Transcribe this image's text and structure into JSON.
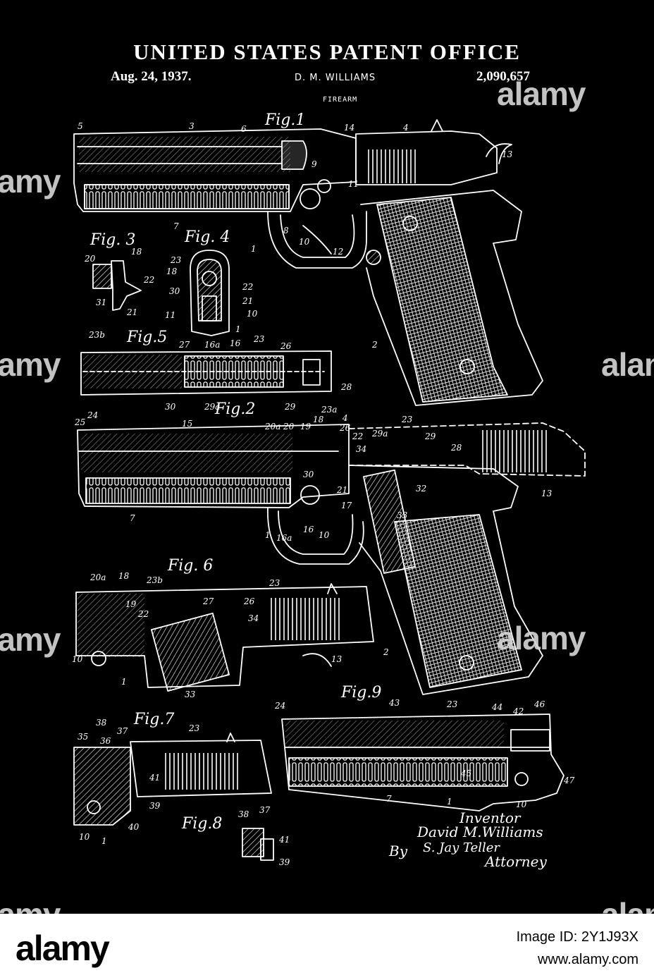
{
  "header": {
    "title": "UNITED STATES PATENT OFFICE",
    "date": "Aug. 24, 1937.",
    "inventor_name": "D. M. WILLIAMS",
    "patent_number": "2,090,657",
    "subject": "FIREARM"
  },
  "figures": {
    "fig1": "Fig.1",
    "fig2": "Fig.2",
    "fig3": "Fig. 3",
    "fig4": "Fig. 4",
    "fig5": "Fig.5",
    "fig6": "Fig. 6",
    "fig7": "Fig.7",
    "fig8": "Fig.8",
    "fig9": "Fig.9"
  },
  "signature": {
    "inventor_caption": "Inventor",
    "inventor_signature": "David M.Williams",
    "by": "By",
    "attorney_signature": "S. Jay Teller",
    "attorney_caption": "Attorney"
  },
  "watermark": {
    "brand": "alamy"
  },
  "footer": {
    "logo": "alamy",
    "image_id": "Image ID: 2Y1J93X",
    "url": "www.alamy.com"
  },
  "colors": {
    "background": "#000000",
    "ink": "#ffffff",
    "footer": "#ffffff"
  },
  "reference_numerals": {
    "fig1": [
      "5",
      "3",
      "6",
      "14",
      "4",
      "9",
      "11",
      "13",
      "7",
      "1",
      "8",
      "10",
      "12",
      "2"
    ],
    "fig2": [
      "24",
      "25",
      "15",
      "20a",
      "20",
      "19",
      "18",
      "23a",
      "4",
      "26",
      "22",
      "29a",
      "23",
      "29",
      "28",
      "34",
      "30",
      "17",
      "16",
      "16a",
      "10",
      "1",
      "7",
      "32",
      "33",
      "13",
      "2",
      "21"
    ],
    "fig3": [
      "20",
      "18",
      "22",
      "31",
      "21"
    ],
    "fig4": [
      "23",
      "18",
      "30",
      "11",
      "22",
      "21",
      "10",
      "1",
      "16a",
      "16"
    ],
    "fig5": [
      "23b",
      "27",
      "23",
      "26",
      "28",
      "30",
      "29a",
      "29"
    ],
    "fig6": [
      "20a",
      "18",
      "23b",
      "19",
      "22",
      "27",
      "26",
      "23",
      "34",
      "10",
      "1",
      "33",
      "13"
    ],
    "fig7": [
      "38",
      "35",
      "36",
      "37",
      "23",
      "41",
      "39",
      "10",
      "1",
      "40"
    ],
    "fig8": [
      "38",
      "37",
      "41",
      "39"
    ],
    "fig9": [
      "24",
      "43",
      "23",
      "44",
      "42",
      "46",
      "45",
      "47",
      "7",
      "1",
      "10"
    ]
  }
}
